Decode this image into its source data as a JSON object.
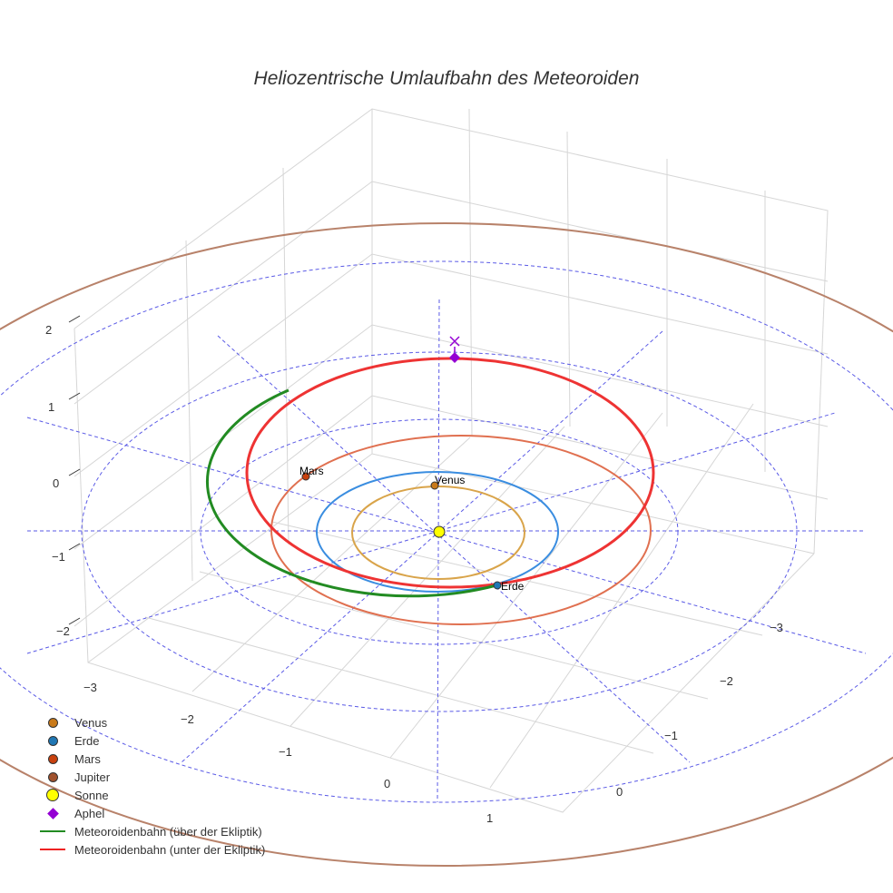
{
  "chart_data": {
    "type": "scatter3d",
    "title": "Heliozentrische Umlaufbahn des Meteoroiden",
    "axes": {
      "x": {
        "ticks": [
          "−3",
          "−2",
          "−1",
          "0",
          "1"
        ]
      },
      "y": {
        "ticks": [
          "−3",
          "−2",
          "−1",
          "0"
        ]
      },
      "z": {
        "ticks": [
          "2",
          "1",
          "0",
          "−1",
          "−2"
        ]
      }
    },
    "planets": [
      {
        "name": "Venus",
        "color": "#c97a1a",
        "orbit_color": "#d9a44a",
        "orbit_radius_au": 0.72
      },
      {
        "name": "Erde",
        "color": "#1f77b4",
        "orbit_color": "#3a8de0",
        "orbit_radius_au": 1.0
      },
      {
        "name": "Mars",
        "color": "#c8410e",
        "orbit_color": "#e07050",
        "orbit_radius_au": 1.52
      },
      {
        "name": "Jupiter",
        "color": "#a0522d",
        "orbit_color": "#b8826a",
        "orbit_radius_au": 5.2
      }
    ],
    "legend": [
      {
        "label": "Venus",
        "type": "dot",
        "color": "#c97a1a"
      },
      {
        "label": "Erde",
        "type": "dot",
        "color": "#1f77b4"
      },
      {
        "label": "Mars",
        "type": "dot",
        "color": "#c8410e"
      },
      {
        "label": "Jupiter",
        "type": "dot",
        "color": "#a0522d"
      },
      {
        "label": "Sonne",
        "type": "sun",
        "color": "#ffff00"
      },
      {
        "label": "Aphel",
        "type": "diamond",
        "color": "#9400d3"
      },
      {
        "label": "Meteoroidenbahn (über der Ekliptik)",
        "type": "line",
        "color": "#228b22"
      },
      {
        "label": "Meteoroidenbahn (unter der Ekliptik)",
        "type": "line",
        "color": "#ee2222"
      }
    ],
    "legend_position": "bottom-left"
  }
}
